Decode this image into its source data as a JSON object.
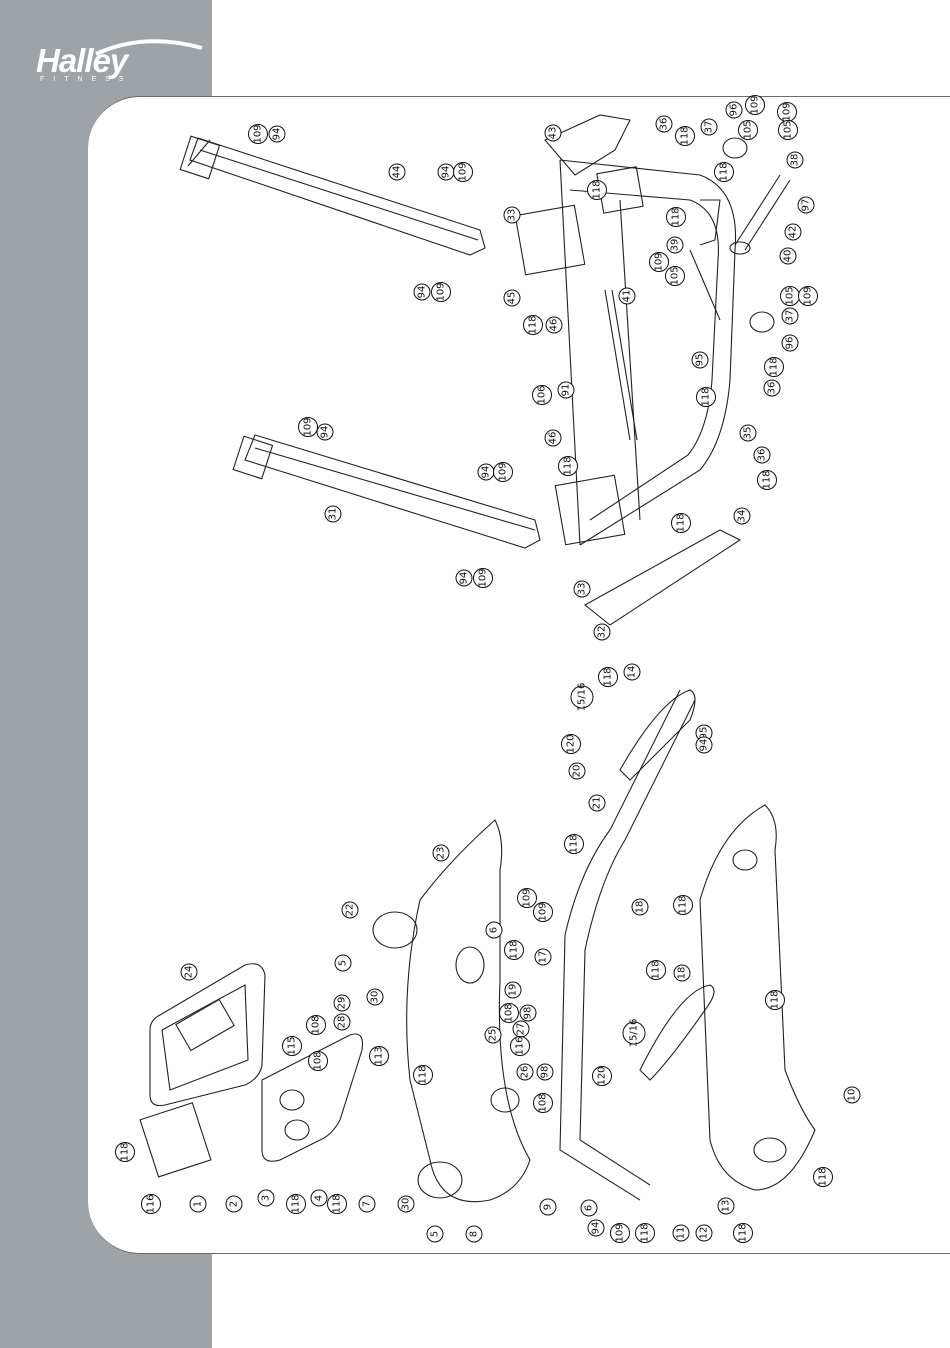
{
  "brand": {
    "name": "Halley",
    "tagline": "FITNESS"
  },
  "callouts": [
    "43",
    "36",
    "118",
    "37",
    "96",
    "109",
    "105",
    "109",
    "105",
    "38",
    "97",
    "42",
    "40",
    "94",
    "109",
    "44",
    "94",
    "109",
    "33",
    "118",
    "118",
    "118",
    "39",
    "109",
    "105",
    "45",
    "41",
    "46",
    "118",
    "94",
    "109",
    "105",
    "109",
    "37",
    "96",
    "95",
    "36",
    "118",
    "106",
    "91",
    "118",
    "35",
    "46",
    "109",
    "94",
    "118",
    "94",
    "109",
    "36",
    "118",
    "31",
    "34",
    "33",
    "118",
    "94",
    "109",
    "32",
    "24",
    "22",
    "23",
    "5",
    "29",
    "30",
    "6",
    "118",
    "15/16",
    "118",
    "14",
    "120",
    "20",
    "21",
    "109",
    "95",
    "118",
    "109",
    "94",
    "18",
    "17",
    "19",
    "98",
    "108",
    "25",
    "27",
    "116",
    "26",
    "98",
    "108",
    "118",
    "113",
    "28",
    "108",
    "115",
    "108",
    "118",
    "15/16",
    "120",
    "18",
    "118",
    "118",
    "118",
    "116",
    "1",
    "2",
    "3",
    "118",
    "4",
    "118",
    "7",
    "30",
    "5",
    "8",
    "9",
    "6",
    "94",
    "109",
    "118",
    "11",
    "12",
    "13",
    "118",
    "10",
    "118",
    "118"
  ]
}
